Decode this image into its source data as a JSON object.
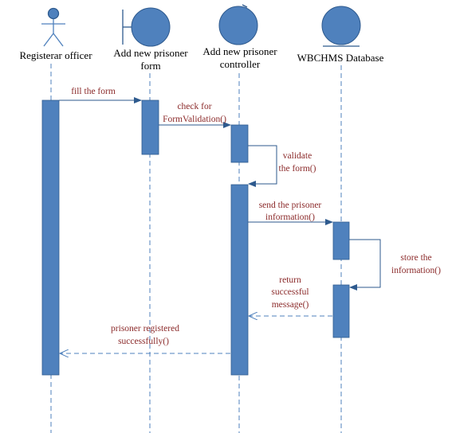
{
  "colors": {
    "shape_fill": "#4f81bd",
    "shape_stroke": "#2e5a8e",
    "line": "#4f81bd",
    "message_text": "#8b2a2a",
    "header_text": "#000000"
  },
  "participants": [
    {
      "id": "officer",
      "kind": "actor",
      "label_lines": [
        "Registerar officer"
      ]
    },
    {
      "id": "form",
      "kind": "boundary",
      "label_lines": [
        "Add new prisoner",
        "form"
      ]
    },
    {
      "id": "controller",
      "kind": "control",
      "label_lines": [
        "Add new prisoner",
        "controller"
      ]
    },
    {
      "id": "database",
      "kind": "entity",
      "label_lines": [
        "WBCHMS Database"
      ]
    }
  ],
  "messages": [
    {
      "id": "fill-the-form",
      "type": "sync",
      "label_lines": [
        "fill the form"
      ]
    },
    {
      "id": "check-form-validation",
      "type": "sync",
      "label_lines": [
        "check for",
        "FormValidation()"
      ]
    },
    {
      "id": "validate-the-form",
      "type": "self",
      "label_lines": [
        "validate",
        "the form()"
      ]
    },
    {
      "id": "send-prisoner-information",
      "type": "sync",
      "label_lines": [
        "send the prisoner",
        "information()"
      ]
    },
    {
      "id": "store-the-information",
      "type": "self",
      "label_lines": [
        "store the",
        "information()"
      ]
    },
    {
      "id": "return-successful-message",
      "type": "return",
      "label_lines": [
        "return",
        "successful",
        "message()"
      ]
    },
    {
      "id": "prisoner-registered-successfully",
      "type": "return",
      "label_lines": [
        "prisoner registered",
        "successfully()"
      ]
    }
  ]
}
